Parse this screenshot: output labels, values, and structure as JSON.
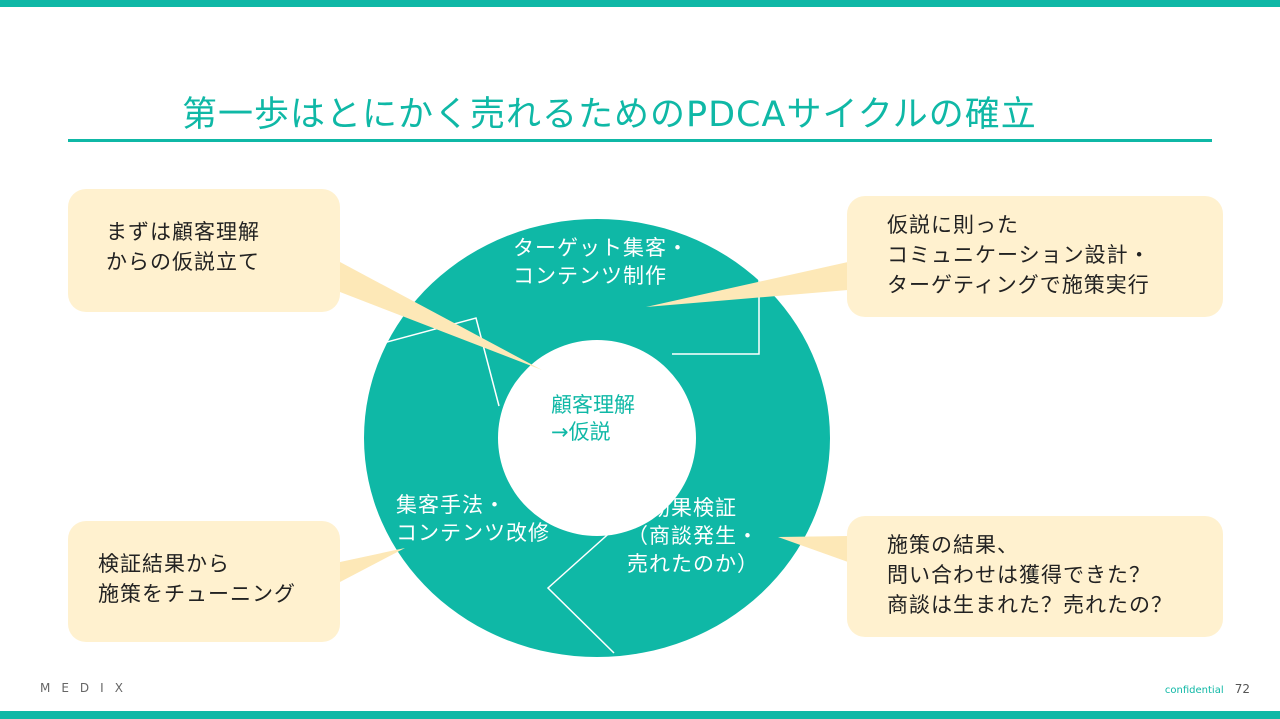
{
  "title": "第一歩はとにかく売れるためのPDCAサイクルの確立",
  "cycle": {
    "center": "顧客理解\n→仮説",
    "segments": {
      "top": "ターゲット集客・\nコンテンツ制作",
      "right": "効果検証\n（商談発生・\n売れたのか）",
      "left": "集客手法・\nコンテンツ改修"
    }
  },
  "callouts": {
    "top_left": "まずは顧客理解\nからの仮説立て",
    "top_right": "仮説に則った\nコミュニケーション設計・\nターゲティングで施策実行",
    "bottom_left": "検証結果から\n施策をチューニング",
    "bottom_right": "施策の結果、\n問い合わせは獲得できた？\n商談は生まれた？売れたの？"
  },
  "footer": {
    "logo": "MEDIX",
    "confidential": "confidential",
    "page_number": "72"
  },
  "colors": {
    "accent": "#0fb8a6",
    "callout_bg": "#fff1cf"
  }
}
